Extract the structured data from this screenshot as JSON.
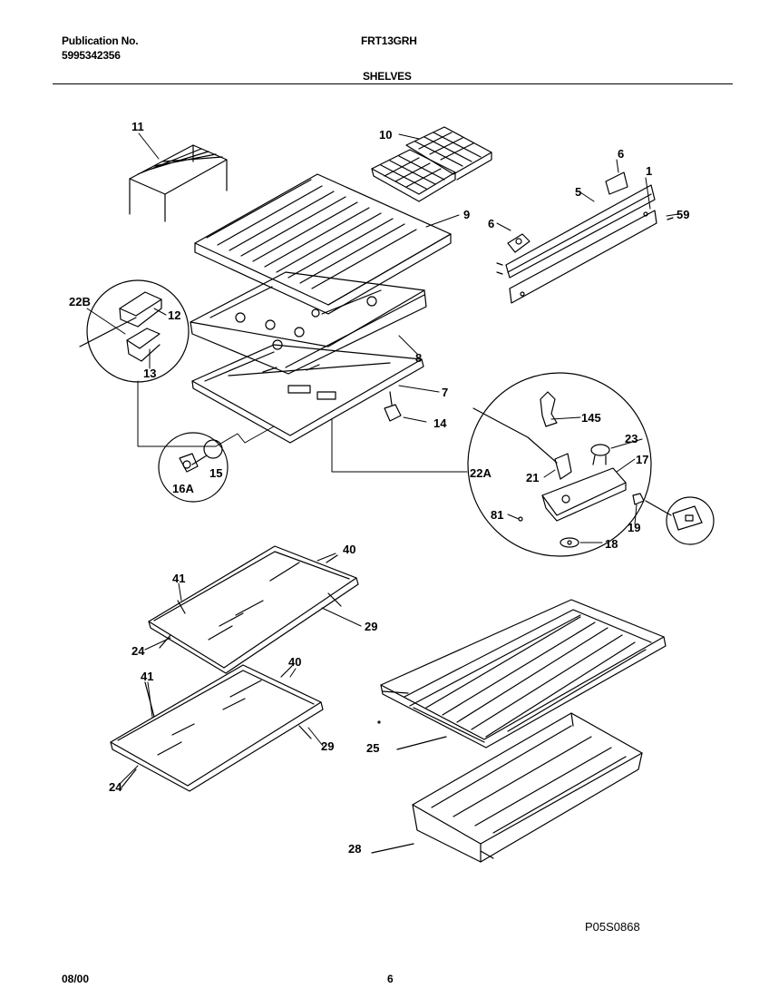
{
  "header": {
    "publication_label": "Publication No.",
    "publication_number": "5995342356",
    "model": "FRT13GRH",
    "section": "SHELVES"
  },
  "callouts": {
    "c1": "1",
    "c5": "5",
    "c6a": "6",
    "c6b": "6",
    "c7": "7",
    "c8": "8",
    "c9": "9",
    "c10": "10",
    "c11": "11",
    "c12": "12",
    "c13": "13",
    "c14": "14",
    "c15": "15",
    "c16a": "16A",
    "c17": "17",
    "c18": "18",
    "c19": "19",
    "c21": "21",
    "c22a": "22A",
    "c22b": "22B",
    "c23": "23",
    "c24a": "24",
    "c24b": "24",
    "c25": "25",
    "c28": "28",
    "c29a": "29",
    "c29b": "29",
    "c40a": "40",
    "c40b": "40",
    "c41a": "41",
    "c41b": "41",
    "c59": "59",
    "c81": "81",
    "c145": "145"
  },
  "footer": {
    "drawing_id": "P05S0868",
    "date": "08/00",
    "page": "6"
  }
}
